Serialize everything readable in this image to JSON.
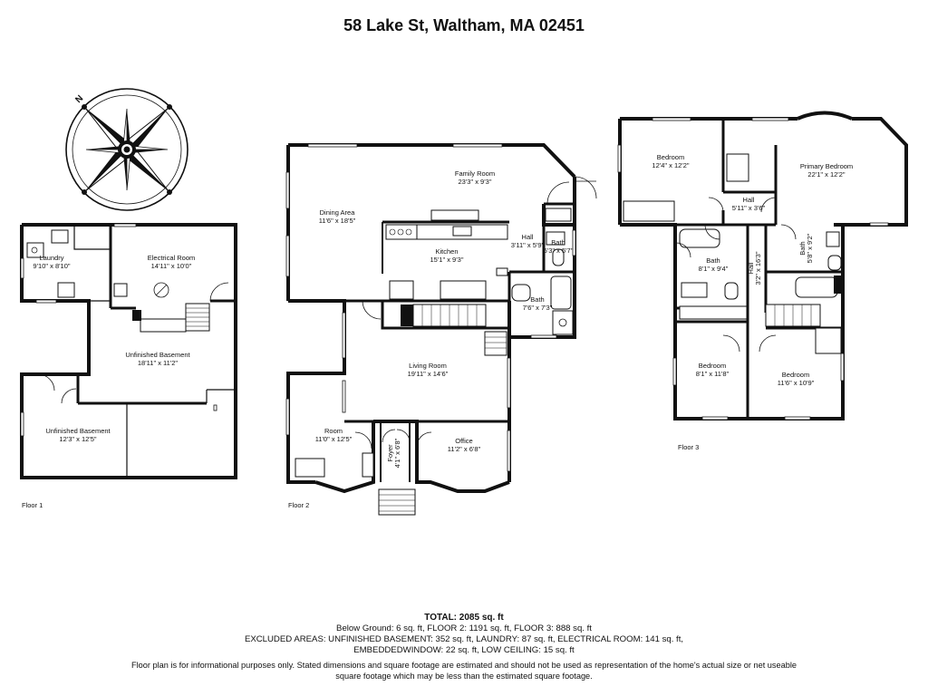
{
  "title": "58 Lake St, Waltham, MA 02451",
  "compass": {
    "north_label": "N"
  },
  "floors": [
    {
      "label": "Floor 1",
      "rooms": [
        {
          "name": "Laundry",
          "dims": "9'10\" x 8'10\""
        },
        {
          "name": "Electrical Room",
          "dims": "14'11\" x 10'0\""
        },
        {
          "name": "Unfinished Basement",
          "dims": "18'11\" x 11'2\""
        },
        {
          "name": "Unfinished Basement",
          "dims": "12'3\" x 12'5\""
        }
      ]
    },
    {
      "label": "Floor 2",
      "rooms": [
        {
          "name": "Family Room",
          "dims": "23'3\" x 9'3\""
        },
        {
          "name": "Dining Area",
          "dims": "11'6\" x 18'5\""
        },
        {
          "name": "Kitchen",
          "dims": "15'1\" x 9'3\""
        },
        {
          "name": "Hall",
          "dims": "3'11\" x 5'9\""
        },
        {
          "name": "Bath",
          "dims": "5'3\" x 5'7\""
        },
        {
          "name": "Bath",
          "dims": "7'6\" x 7'3\""
        },
        {
          "name": "Living Room",
          "dims": "19'11\" x 14'6\""
        },
        {
          "name": "Room",
          "dims": "11'0\" x 12'5\""
        },
        {
          "name": "Foyer",
          "dims": "4'1\" x 6'8\""
        },
        {
          "name": "Office",
          "dims": "11'2\" x 6'8\""
        }
      ]
    },
    {
      "label": "Floor 3",
      "rooms": [
        {
          "name": "Bedroom",
          "dims": "12'4\" x 12'2\""
        },
        {
          "name": "Primary Bedroom",
          "dims": "22'1\" x 12'2\""
        },
        {
          "name": "Hall",
          "dims": "5'11\" x 3'6\""
        },
        {
          "name": "Bath",
          "dims": "8'1\" x 9'4\""
        },
        {
          "name": "Hall",
          "dims": "3'2\" x 16'3\""
        },
        {
          "name": "Bath",
          "dims": "5'8\" x 9'2\""
        },
        {
          "name": "Bedroom",
          "dims": "8'1\" x 11'8\""
        },
        {
          "name": "Bedroom",
          "dims": "11'6\" x 10'9\""
        }
      ]
    }
  ],
  "summary": {
    "total": "TOTAL: 2085 sq. ft",
    "line1": "Below Ground: 6 sq. ft, FLOOR 2: 1191 sq. ft, FLOOR 3: 888 sq. ft",
    "line2": "EXCLUDED AREAS: UNFINISHED BASEMENT: 352 sq. ft, LAUNDRY: 87 sq. ft, ELECTRICAL ROOM: 141 sq. ft,",
    "line3": "EMBEDDEDWINDOW: 22 sq. ft, LOW CEILING: 15 sq. ft"
  },
  "disclaimer": {
    "line1": "Floor plan is for informational purposes only. Stated dimensions and square footage are estimated and should not be used as representation of the home's actual size or net useable",
    "line2": "square footage which may be less than the estimated square footage."
  }
}
